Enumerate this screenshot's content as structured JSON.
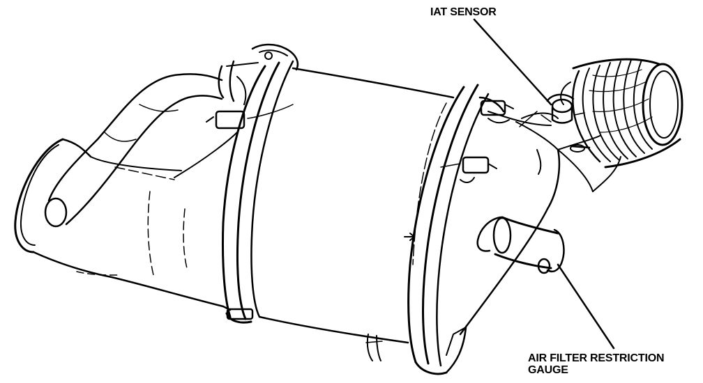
{
  "labels": {
    "iat_sensor": "IAT SENSOR",
    "air_filter_line1": "AIR FILTER RESTRICTION",
    "air_filter_line2": "GAUGE"
  },
  "colors": {
    "ink": "#000000",
    "paper": "#ffffff"
  }
}
